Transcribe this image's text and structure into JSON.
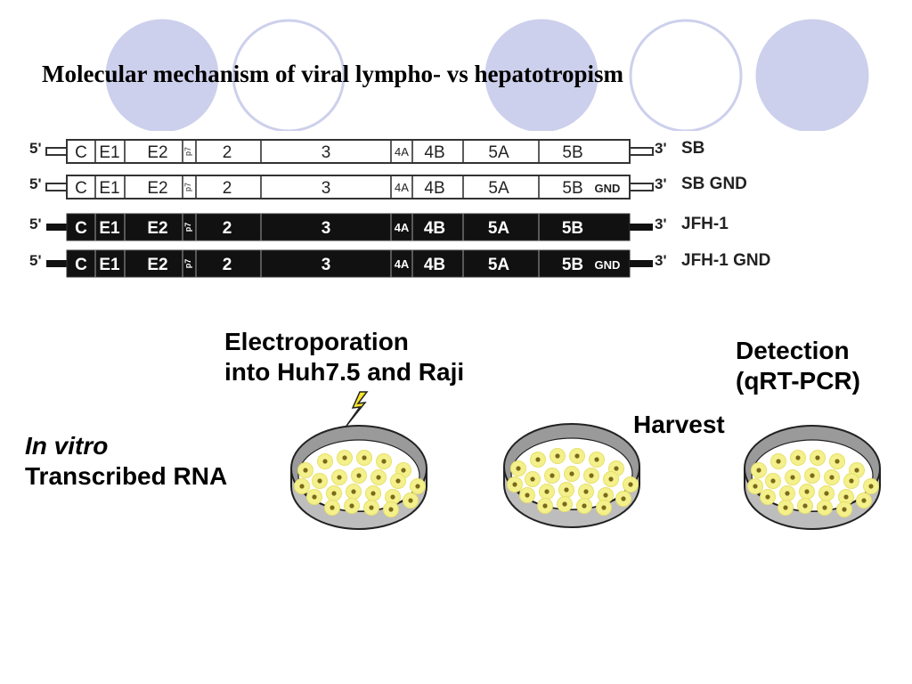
{
  "slide": {
    "title": "Molecular mechanism of viral lympho- vs hepatotropism",
    "theme_colors": {
      "circle_fill": "#cdd0ec",
      "circle_outline": "#cdd0ec",
      "band": "#ffffff"
    }
  },
  "genomes": {
    "five_prime": "5'",
    "three_prime": "3'",
    "rows": [
      {
        "name": "SB",
        "style": "outline",
        "segments": [
          "C",
          "E1",
          "E2",
          "p7",
          "2",
          "3",
          "4A",
          "4B",
          "5A",
          "5B"
        ],
        "gnd": ""
      },
      {
        "name": "SB GND",
        "style": "outline",
        "segments": [
          "C",
          "E1",
          "E2",
          "p7",
          "2",
          "3",
          "4A",
          "4B",
          "5A",
          "5B"
        ],
        "gnd": "GND"
      },
      {
        "name": "JFH-1",
        "style": "filled",
        "segments": [
          "C",
          "E1",
          "E2",
          "p7",
          "2",
          "3",
          "4A",
          "4B",
          "5A",
          "5B"
        ],
        "gnd": ""
      },
      {
        "name": "JFH-1 GND",
        "style": "filled",
        "segments": [
          "C",
          "E1",
          "E2",
          "p7",
          "2",
          "3",
          "4A",
          "4B",
          "5A",
          "5B"
        ],
        "gnd": "GND"
      }
    ]
  },
  "workflow": {
    "rna_line1": "In vitro",
    "rna_line2": "Transcribed RNA",
    "electroporation_line1": "Electroporation",
    "electroporation_line2": "into Huh7.5 and Raji",
    "harvest": "Harvest",
    "detection_line1": "Detection",
    "detection_line2": "(qRT-PCR)",
    "icons": [
      "lightning-bolt-icon",
      "petri-dish-icon"
    ],
    "cell_color": "#f4f18c"
  }
}
